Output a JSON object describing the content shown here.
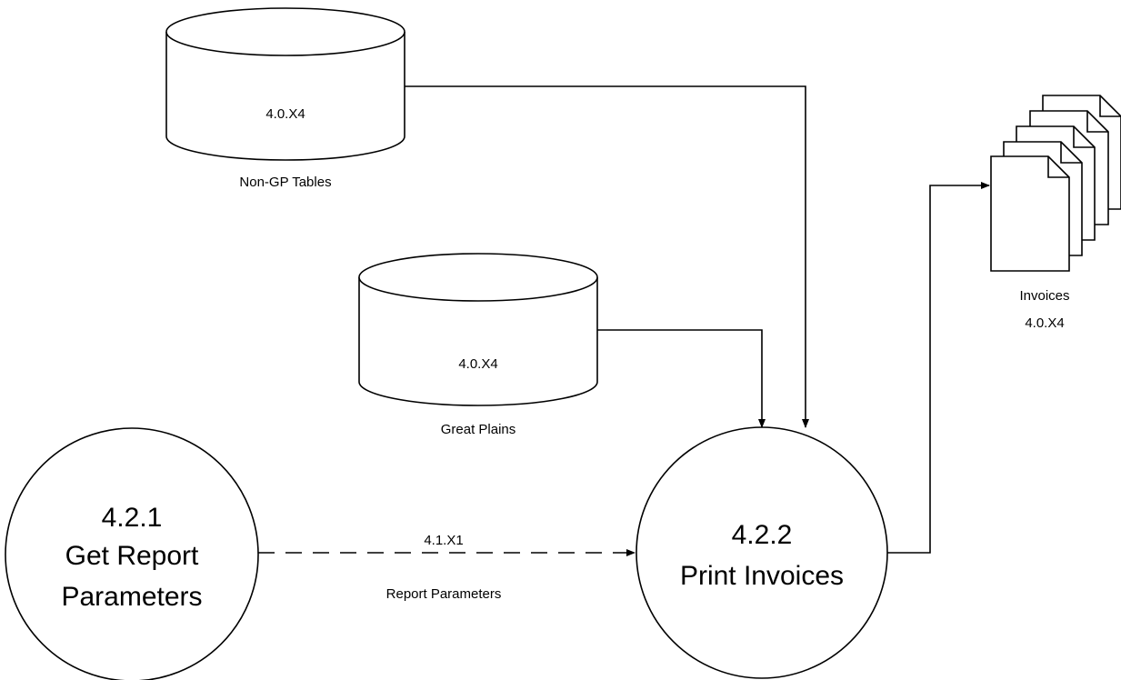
{
  "stores": {
    "nongp": {
      "code": "4.0.X4",
      "caption": "Non-GP Tables"
    },
    "gp": {
      "code": "4.0.X4",
      "caption": "Great Plains"
    }
  },
  "processes": {
    "get_params": {
      "number": "4.2.1",
      "line1": "Get Report",
      "line2": "Parameters"
    },
    "print": {
      "number": "4.2.2",
      "line1": "Print Invoices"
    }
  },
  "flows": {
    "params": {
      "code": "4.1.X1",
      "label": "Report Parameters"
    }
  },
  "output": {
    "caption": "Invoices",
    "code": "4.0.X4"
  }
}
